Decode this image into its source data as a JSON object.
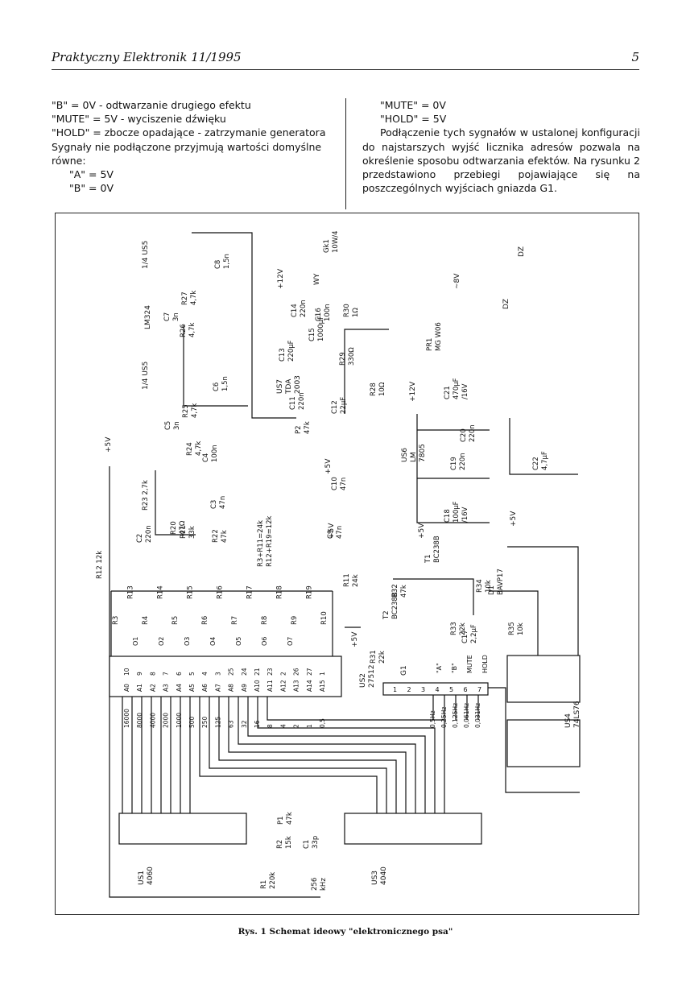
{
  "header": {
    "title": "Praktyczny Elektronik 11/1995",
    "page_number": "5"
  },
  "left_column": [
    "\"B\" = 0V - odtwarzanie drugiego efektu",
    "\"MUTE\" = 5V - wyciszenie dźwięku",
    "\"HOLD\" = zbocze opadające - zatrzymanie generatora",
    "Sygnały nie podłączone przyjmują wartości domyślne",
    "równe:",
    "\"A\" = 5V",
    "\"B\" = 0V"
  ],
  "right_column": {
    "line1": "\"MUTE\" = 0V",
    "line2": "\"HOLD\" = 5V",
    "paragraph": "Podłączenie tych sygnałów w ustalonej konfiguracji do najstarszych wyjść licznika adresów pozwala na określenie sposobu odtwarzania efektów. Na rysunku 2 przedstawiono przebiegi pojawiające się na poszczególnych wyjściach gniazda G1."
  },
  "caption": "Rys. 1 Schemat ideowy \"elektronicznego psa\"",
  "schematic": {
    "chips": {
      "us1": [
        "US1",
        "4060"
      ],
      "us2": [
        "US2",
        "27512"
      ],
      "us3": [
        "US3",
        "4040"
      ],
      "us4": [
        "US4",
        "74LS76"
      ],
      "us5": [
        "1/4 US5",
        "LM324"
      ],
      "us6": [
        "US6",
        "LM",
        "7805"
      ],
      "us7": [
        "US7",
        "TDA",
        "2003"
      ]
    },
    "us2_outputs": [
      [
        "16000",
        "10",
        "A0"
      ],
      [
        "8000",
        "9",
        "A1"
      ],
      [
        "4000",
        "8",
        "A2"
      ],
      [
        "2000",
        "7",
        "A3"
      ],
      [
        "1000",
        "6",
        "A4"
      ],
      [
        "500",
        "5",
        "A5"
      ],
      [
        "250",
        "4",
        "A6"
      ],
      [
        "125",
        "3",
        "A7"
      ],
      [
        "63",
        "25",
        "A8"
      ],
      [
        "32",
        "24",
        "A9"
      ],
      [
        "16",
        "21",
        "A10"
      ],
      [
        "8",
        "23",
        "A11"
      ],
      [
        "4",
        "2",
        "A12"
      ],
      [
        "2",
        "26",
        "A13"
      ],
      [
        "1",
        "27",
        "A14"
      ],
      [
        "0,5",
        "1",
        "A15"
      ]
    ],
    "g1_pins": [
      "1",
      "2",
      "3",
      "4",
      "5",
      "6",
      "7"
    ],
    "g1_freqs": [
      "0,5Hz",
      "0,25Hz",
      "0,125Hz",
      "0,061Hz",
      "0,031Hz"
    ],
    "input_labels": [
      "\"A\"",
      "\"B\"",
      "MUTE",
      "HOLD"
    ],
    "resistor_labels": [
      "R3",
      "R13",
      "R4",
      "R14",
      "R5",
      "R15",
      "R6",
      "R16",
      "R7",
      "R17",
      "R8",
      "R18",
      "R9",
      "R19",
      "R10"
    ],
    "data_lines": [
      "O1",
      "O2",
      "O3",
      "O4",
      "O5",
      "O6",
      "O7"
    ],
    "parts": {
      "r11": [
        "R11",
        "24k"
      ],
      "r12": "R12 12k",
      "r20": [
        "R20",
        "47Ω"
      ],
      "r21": [
        "R21",
        "33k"
      ],
      "r22": [
        "R22",
        "47k"
      ],
      "r23": "R23 2,7k",
      "r24": [
        "R24",
        "4,7k"
      ],
      "r25": [
        "R25",
        "4,7k"
      ],
      "r26": [
        "R26",
        "4,7k"
      ],
      "r27": [
        "R27",
        "4,7k"
      ],
      "r28": [
        "R28",
        "10Ω"
      ],
      "r29": [
        "R29",
        "330Ω"
      ],
      "r30": [
        "R30",
        "1Ω"
      ],
      "r31": [
        "R31",
        "22k"
      ],
      "r32": [
        "R32",
        "47k"
      ],
      "r33": [
        "R33",
        "22k"
      ],
      "r34": [
        "R34",
        "10k"
      ],
      "r35": [
        "R35",
        "10k"
      ],
      "r1": [
        "R1",
        "220k"
      ],
      "r2": [
        "R2",
        "15k"
      ],
      "p1": [
        "P1",
        "47k"
      ],
      "p2": [
        "P2",
        "47k"
      ],
      "c1": [
        "C1",
        "33p"
      ],
      "c2": [
        "C2",
        "220n"
      ],
      "c3": [
        "C3",
        "47n"
      ],
      "c4": [
        "C4",
        "100n"
      ],
      "c5": [
        "C5",
        "3n"
      ],
      "c6": [
        "C6",
        "1,5n"
      ],
      "c7": [
        "C7",
        "3n"
      ],
      "c8": [
        "C8",
        "1,5n"
      ],
      "c9": [
        "C9",
        "47n"
      ],
      "c10": [
        "C10",
        "47n"
      ],
      "c11": [
        "C11",
        "220n"
      ],
      "c12": [
        "C12",
        "22µF"
      ],
      "c13": [
        "C13",
        "220µF"
      ],
      "c14": [
        "C14",
        "220n"
      ],
      "c15": [
        "C15",
        "1000µF"
      ],
      "c16": [
        "C16",
        "100n"
      ],
      "c17": [
        "C17",
        "2,2µF"
      ],
      "c18": [
        "C18",
        "100µF",
        "/16V"
      ],
      "c19": [
        "C19",
        "220n"
      ],
      "c20": [
        "C20",
        "220n"
      ],
      "c21": [
        "C21",
        "470µF",
        "/16V"
      ],
      "c22": [
        "C22",
        "4,7µF"
      ],
      "t1": [
        "T1",
        "BC238B"
      ],
      "t2": [
        "T2",
        "BC238B"
      ],
      "d1": [
        "D1",
        "BAVP17"
      ],
      "pr1": [
        "PR1",
        "MG W06"
      ],
      "gk1": [
        "Gk1",
        "10W/4"
      ],
      "dz": "DZ",
      "wy": "WY",
      "v8": "~8V",
      "plus5": "+5V",
      "plus12": "+12V",
      "gnd": "⊥",
      "resistor_sums": [
        "R3+R11=24k",
        "R12+R19=12k"
      ],
      "freq_256": [
        "256",
        "kHz"
      ]
    }
  }
}
